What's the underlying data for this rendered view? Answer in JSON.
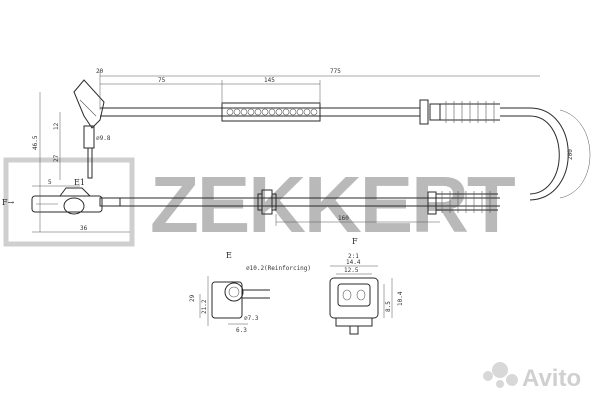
{
  "dimensions": {
    "d775": "775",
    "d20": "20",
    "d75": "75",
    "d145": "145",
    "d165": "46.5",
    "d12": "12",
    "d98": "∅9.8",
    "d27": "27",
    "d36": "36",
    "d5": "5",
    "d160": "160",
    "d200": "200",
    "d102": "∅10.2(Reinforcing)",
    "d29": "29",
    "d212": "21.2",
    "d73": "∅7.3",
    "d63": "6.3",
    "d21": "2:1",
    "d144": "14.4",
    "d125": "12.5",
    "d85": "8.5",
    "d104": "10.4"
  },
  "labels": {
    "view_e": "E",
    "view_f": "F",
    "marker_e1": "E1",
    "arrow_f": "F→"
  },
  "brand": {
    "name": "ZEKKERT"
  },
  "watermark": {
    "text": "Avito"
  }
}
